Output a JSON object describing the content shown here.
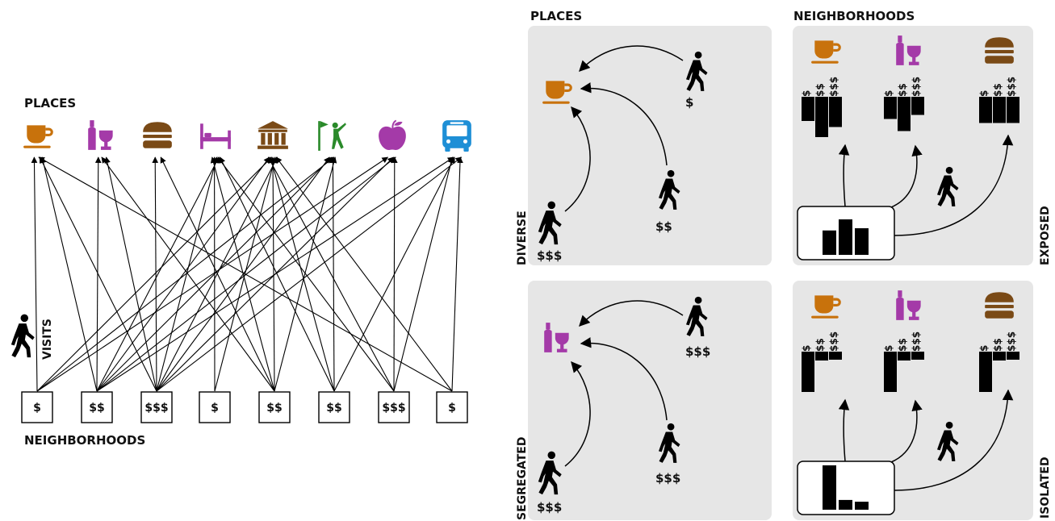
{
  "left": {
    "places_label": "PLACES",
    "neighborhoods_label": "NEIGHBORHOODS",
    "visits_label": "VISITS",
    "places": [
      {
        "icon": "coffee-icon",
        "color": "#c8720c"
      },
      {
        "icon": "wine-icon",
        "color": "#a43aa8"
      },
      {
        "icon": "burger-icon",
        "color": "#7a4a16"
      },
      {
        "icon": "bed-icon",
        "color": "#a43aa8"
      },
      {
        "icon": "museum-icon",
        "color": "#7a4a16"
      },
      {
        "icon": "golf-icon",
        "color": "#2a8a2a"
      },
      {
        "icon": "apple-icon",
        "color": "#a43aa8"
      },
      {
        "icon": "bus-icon",
        "color": "#1e8fd6"
      }
    ],
    "neighborhoods": [
      {
        "label": "$"
      },
      {
        "label": "$$"
      },
      {
        "label": "$$$"
      },
      {
        "label": "$"
      },
      {
        "label": "$$"
      },
      {
        "label": "$$"
      },
      {
        "label": "$$$"
      },
      {
        "label": "$"
      }
    ]
  },
  "right": {
    "places_header": "PLACES",
    "neighborhoods_header": "NEIGHBORHOODS",
    "row_labels": [
      "DIVERSE",
      "SEGREGATED"
    ],
    "col_side_labels": [
      "EXPOSED",
      "ISOLATED"
    ],
    "top_places": {
      "place_icon": "coffee-icon",
      "walkers": [
        "$",
        "$$",
        "$$$"
      ]
    },
    "bottom_places": {
      "place_icon": "wine-icon",
      "walkers": [
        "$$$",
        "$$$",
        "$$$"
      ]
    },
    "income_labels": [
      "$",
      "$$",
      "$$$"
    ],
    "top_histogram": [
      0.55,
      0.8,
      0.6
    ],
    "bottom_histogram": [
      1.0,
      0.22,
      0.18
    ],
    "top_place_bars": [
      [
        0.6,
        1.0,
        0.75
      ],
      [
        0.55,
        0.85,
        0.45
      ],
      [
        0.65,
        0.65,
        0.65
      ]
    ],
    "bottom_place_bars": [
      [
        1.0,
        0.22,
        0.2
      ],
      [
        1.0,
        0.22,
        0.2
      ],
      [
        1.0,
        0.22,
        0.2
      ]
    ],
    "neighborhood_places": [
      "coffee-icon",
      "wine-icon",
      "burger-icon"
    ]
  }
}
